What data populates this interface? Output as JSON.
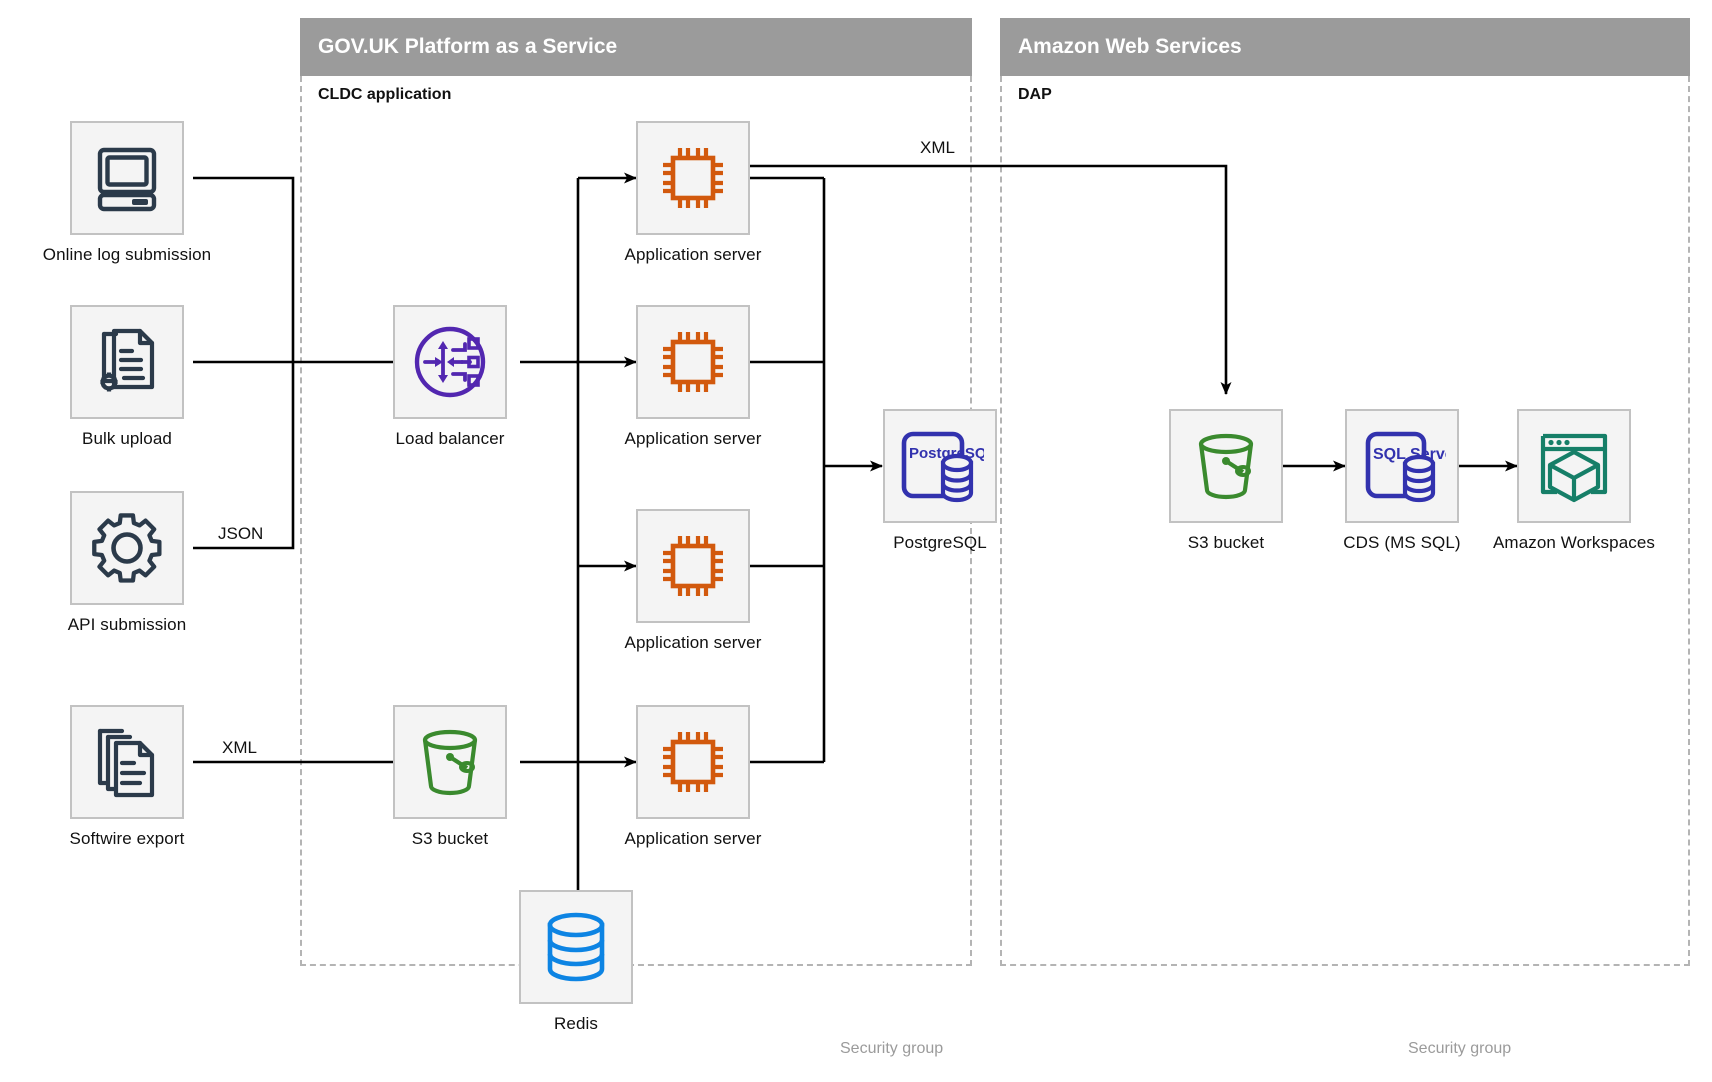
{
  "zones": [
    {
      "id": "paas",
      "title": "GOV.UK Platform as a Service",
      "subtitle": "CLDC application",
      "footer": "Security group"
    },
    {
      "id": "aws",
      "title": "Amazon Web Services",
      "subtitle": "DAP",
      "footer": "Security group"
    }
  ],
  "nodes": {
    "online_log": {
      "label": "Online log submission",
      "icon": "desktop-computer-icon",
      "color": "#2b3a4a"
    },
    "bulk_upload": {
      "label": "Bulk upload",
      "icon": "document-gear-icon",
      "color": "#2b3a4a"
    },
    "api_submission": {
      "label": "API submission",
      "icon": "gear-icon",
      "color": "#2b3a4a"
    },
    "softwire_export": {
      "label": "Softwire export",
      "icon": "documents-stack-icon",
      "color": "#2b3a4a"
    },
    "load_balancer": {
      "label": "Load balancer",
      "icon": "load-balancer-icon",
      "color": "#5227b0"
    },
    "app_server_1": {
      "label": "Application server",
      "icon": "cpu-chip-icon",
      "color": "#d2590d"
    },
    "app_server_2": {
      "label": "Application server",
      "icon": "cpu-chip-icon",
      "color": "#d2590d"
    },
    "app_server_3": {
      "label": "Application server",
      "icon": "cpu-chip-icon",
      "color": "#d2590d"
    },
    "app_server_4": {
      "label": "Application server",
      "icon": "cpu-chip-icon",
      "color": "#d2590d"
    },
    "postgresql": {
      "label": "PostgreSQL",
      "icon": "postgresql-icon",
      "color": "#3232ae",
      "badge": "PostgreSQL"
    },
    "s3_paas": {
      "label": "S3 bucket",
      "icon": "s3-bucket-icon",
      "color": "#3a8a2e"
    },
    "redis": {
      "label": "Redis",
      "icon": "redis-database-icon",
      "color": "#0d84e3"
    },
    "s3_aws": {
      "label": "S3 bucket",
      "icon": "s3-bucket-icon",
      "color": "#3a8a2e"
    },
    "cds": {
      "label": "CDS (MS SQL)",
      "icon": "sql-server-icon",
      "color": "#3232ae",
      "badge": "SQL Server"
    },
    "workspaces": {
      "label": "Amazon Workspaces",
      "icon": "amazon-workspaces-icon",
      "color": "#167f68"
    }
  },
  "edge_labels": {
    "json": "JSON",
    "xml_softwire": "XML",
    "xml_export": "XML"
  },
  "palette": {
    "zone_header_bg": "#9b9b9b",
    "zone_border": "#b4b4b4",
    "icon_box_bg": "#f4f4f4",
    "icon_box_border": "#c2c2c2",
    "wire": "#000000"
  }
}
